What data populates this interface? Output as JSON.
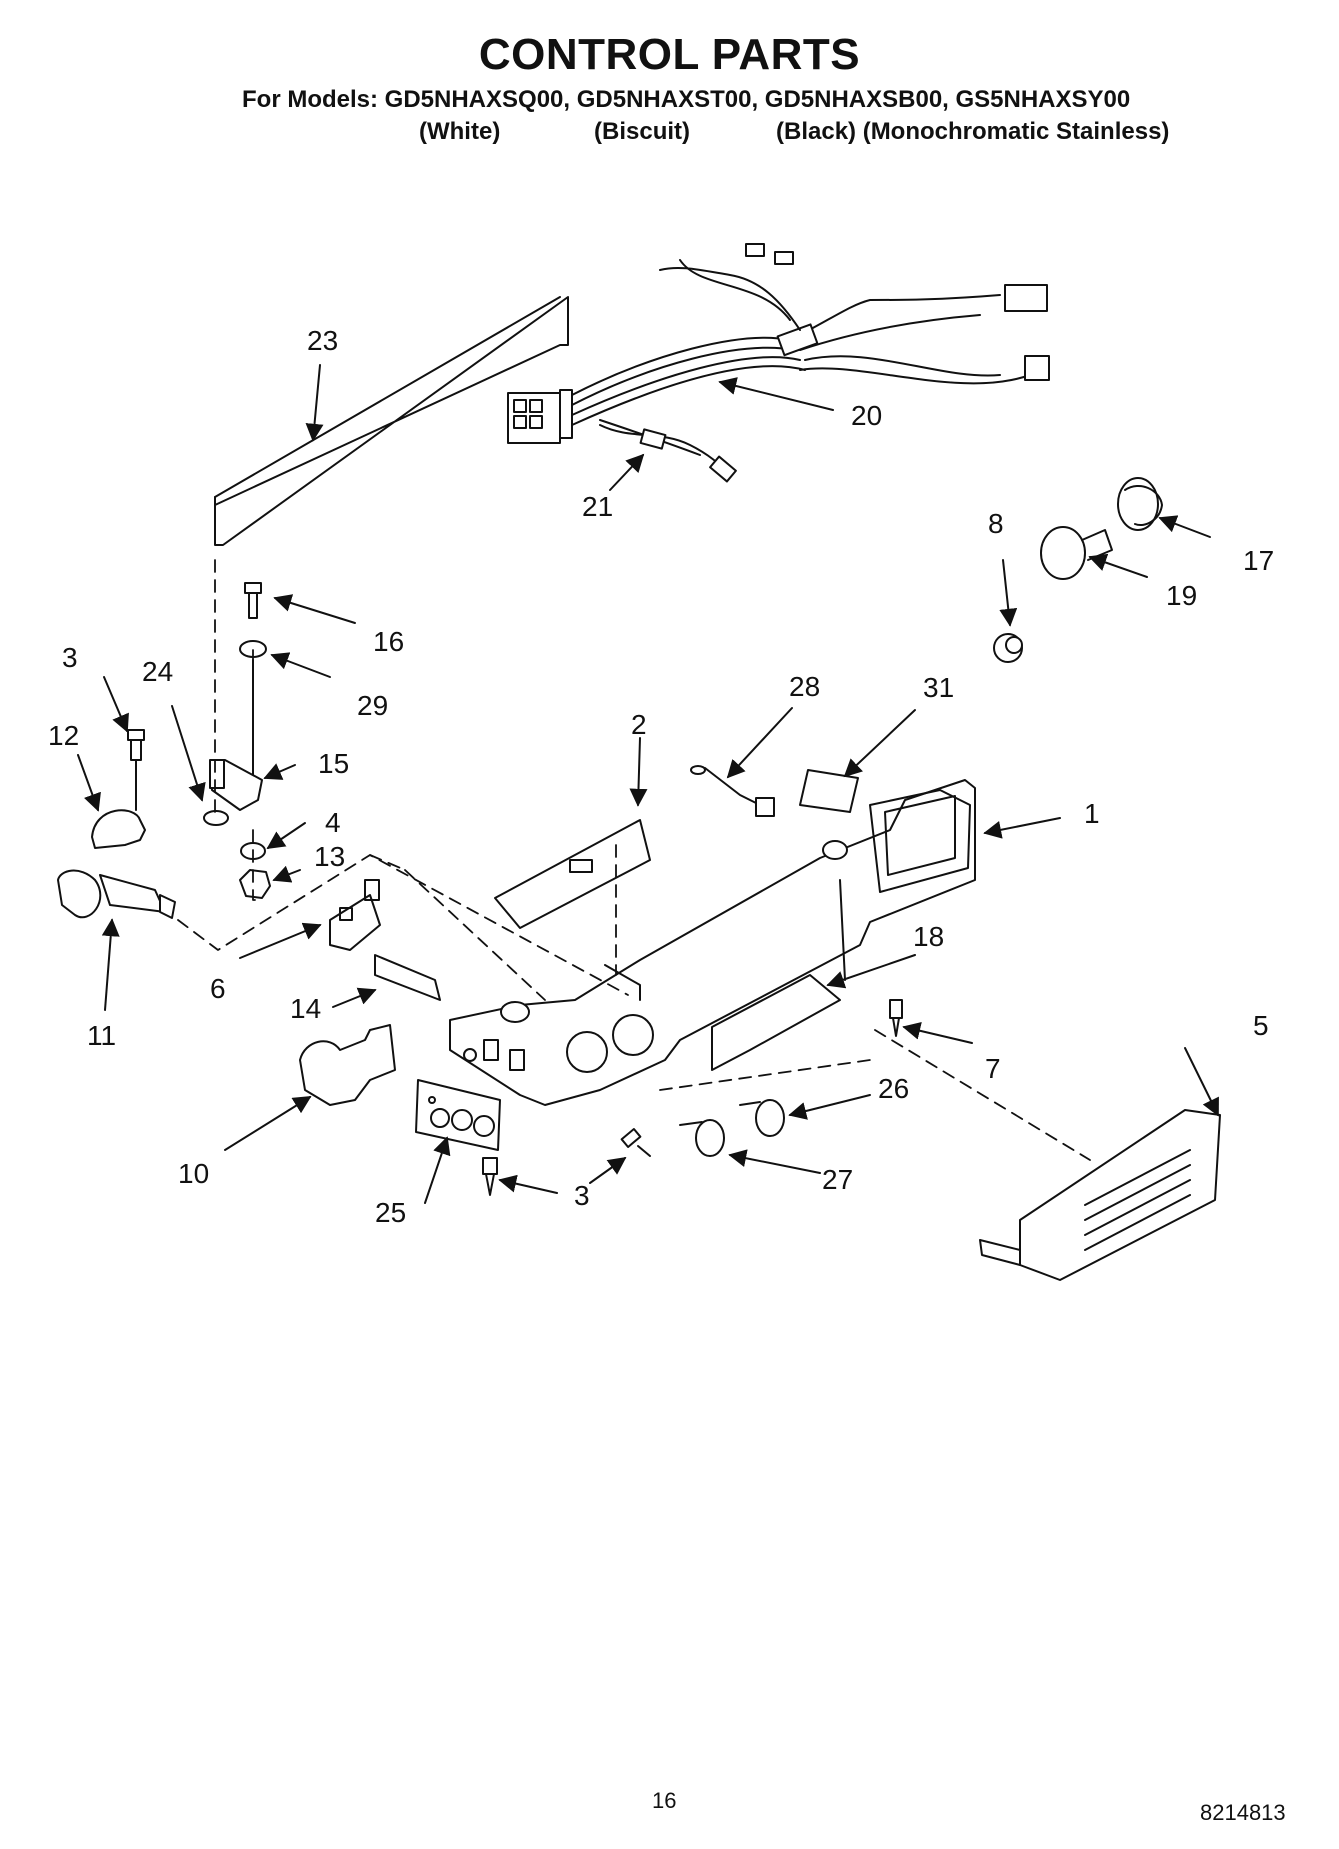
{
  "header": {
    "title": "CONTROL PARTS",
    "models_line": "For Models: GD5NHAXSQ00, GD5NHAXST00, GD5NHAXSB00, GS5NHAXSY00",
    "variants": [
      "(White)",
      "(Biscuit)",
      "(Black) (Monochromatic Stainless)"
    ]
  },
  "callouts": [
    "23",
    "20",
    "21",
    "8",
    "17",
    "19",
    "16",
    "29",
    "3",
    "24",
    "12",
    "15",
    "4",
    "13",
    "2",
    "28",
    "31",
    "1",
    "6",
    "14",
    "11",
    "18",
    "7",
    "5",
    "26",
    "10",
    "25",
    "3",
    "27"
  ],
  "footer": {
    "page_number": "16",
    "doc_number": "8214813"
  }
}
